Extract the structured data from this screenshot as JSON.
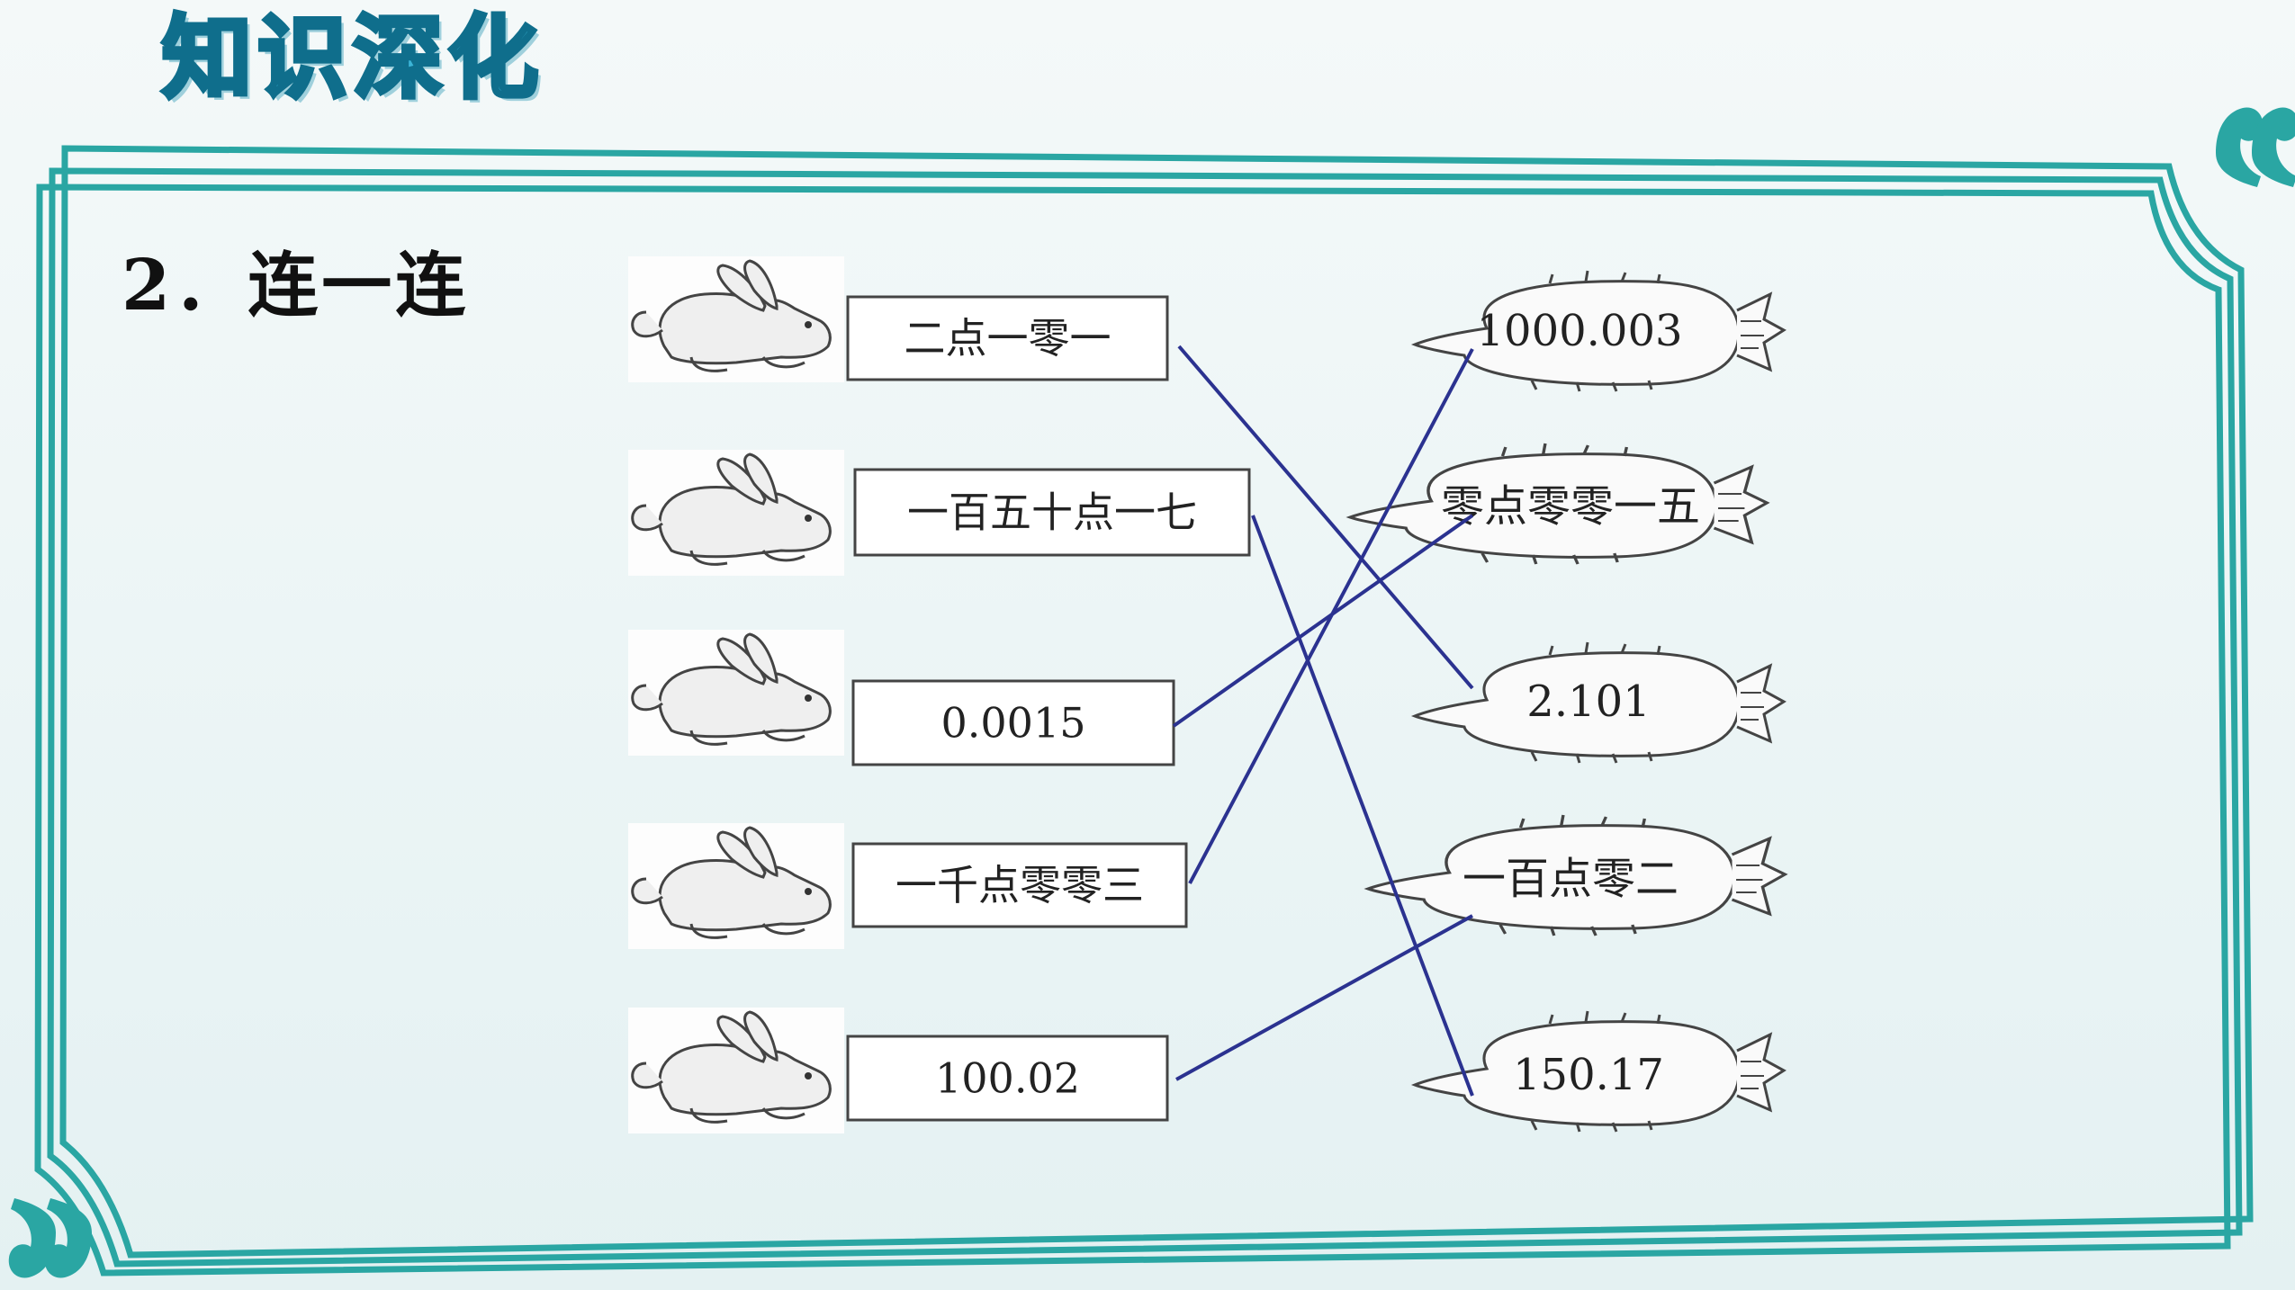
{
  "slide": {
    "title": "知识深化",
    "question": "2．连一连"
  },
  "colors": {
    "frame": "#2aa6a3",
    "line": "#2b3290",
    "title_fill": "#3cb4d6",
    "title_stroke": "#0f6e8c"
  },
  "rabbit_boxes": [
    {
      "label": "二点一零一"
    },
    {
      "label": "一百五十点一七"
    },
    {
      "label": "0.0015"
    },
    {
      "label": "一千点零零三"
    },
    {
      "label": "100.02"
    }
  ],
  "radishes": [
    {
      "label": "1000.003"
    },
    {
      "label": "零点零零一五"
    },
    {
      "label": "2.101"
    },
    {
      "label": "一百点零二"
    },
    {
      "label": "150.17"
    }
  ],
  "connections": [
    {
      "from": 0,
      "to": 2
    },
    {
      "from": 1,
      "to": 4
    },
    {
      "from": 2,
      "to": 1
    },
    {
      "from": 3,
      "to": 0
    },
    {
      "from": 4,
      "to": 3
    }
  ],
  "icons": {
    "quote_open": "quote-open-icon",
    "quote_close": "quote-close-icon",
    "rabbit": "rabbit-icon",
    "radish": "radish-icon"
  }
}
